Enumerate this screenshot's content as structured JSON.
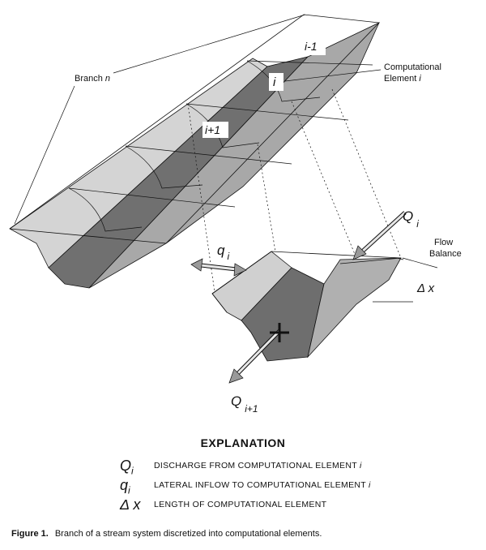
{
  "labels": {
    "branch": "Branch",
    "branch_var": "n",
    "comp_element_line1": "Computational",
    "comp_element_line2": "Element",
    "comp_element_var": "i",
    "elem_prev": "i-1",
    "elem_cur": "i",
    "elem_next": "i+1",
    "q_big": "Q",
    "q_big_sub": "i",
    "q_small": "q",
    "q_small_sub": "i",
    "flow_line1": "Flow",
    "flow_line2": "Balance",
    "delta_x": "Δ x",
    "q_out": "Q",
    "q_out_sub": "i+1"
  },
  "explanation": {
    "title": "EXPLANATION",
    "rows": [
      {
        "symbol": "Q",
        "sub": "i",
        "desc": "DISCHARGE FROM COMPUTATIONAL ELEMENT",
        "desc_var": "i"
      },
      {
        "symbol": "q",
        "sub": "i",
        "desc": "LATERAL INFLOW TO COMPUTATIONAL ELEMENT",
        "desc_var": "i"
      },
      {
        "symbol": "Δ x",
        "sub": "",
        "desc": "LENGTH OF COMPUTATIONAL ELEMENT",
        "desc_var": ""
      }
    ]
  },
  "caption": {
    "label": "Figure 1.",
    "text": "Branch of a stream system discretized into computational elements."
  },
  "colors": {
    "channel_light": "#d9d9d9",
    "channel_mid": "#a9a9a9",
    "channel_dark": "#6e6e6e",
    "line": "#111111"
  }
}
